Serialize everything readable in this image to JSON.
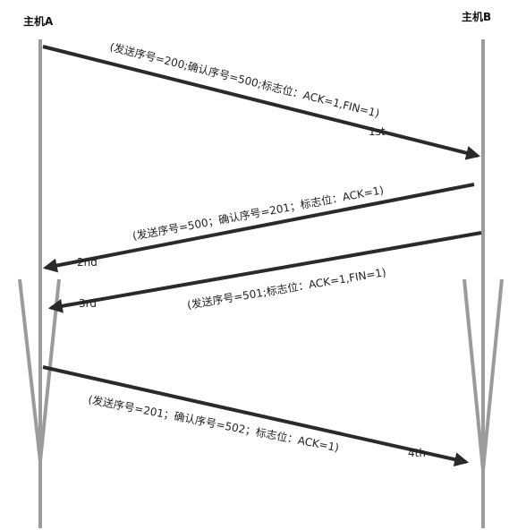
{
  "hosts": {
    "a": "主机A",
    "b": "主机B"
  },
  "colors": {
    "lifeline": "#9b9b9b",
    "arrow": "#2a2a2a"
  },
  "messages": [
    {
      "order": "1st",
      "text": "(发送序号=200;确认序号=500;标志位：ACK=1,FIN=1)",
      "from": "A",
      "to": "B"
    },
    {
      "order": "2nd",
      "text": "(发送序号=500；确认序号=201；标志位：ACK=1)",
      "from": "B",
      "to": "A"
    },
    {
      "order": "3rd",
      "text": "(发送序号=501;标志位：ACK=1,FIN=1)",
      "from": "B",
      "to": "A"
    },
    {
      "order": "4th",
      "text": "(发送序号=201；确认序号=502；标志位：ACK=1)",
      "from": "A",
      "to": "B"
    }
  ]
}
